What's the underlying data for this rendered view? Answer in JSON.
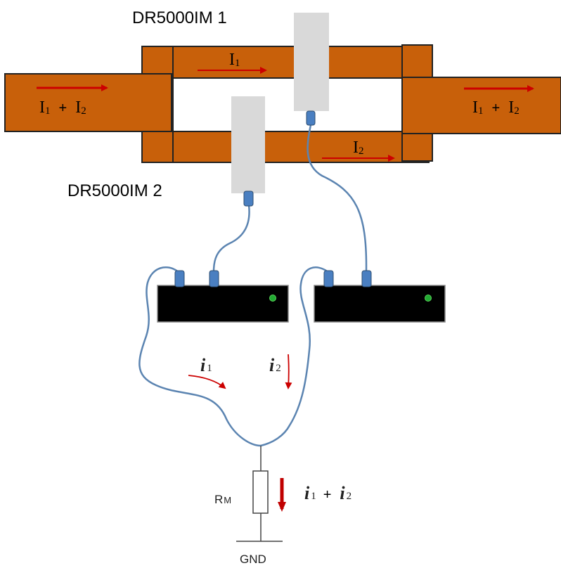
{
  "sensors": {
    "sensor1_label": "DR5000IM  1",
    "sensor2_label": "DR5000IM  2"
  },
  "busbar_labels": {
    "total_left": {
      "base1": "I",
      "sub1": "1",
      "op": "+",
      "base2": "I",
      "sub2": "2"
    },
    "total_right": {
      "base1": "I",
      "sub1": "1",
      "op": "+",
      "base2": "I",
      "sub2": "2"
    },
    "branch_top": {
      "base": "I",
      "sub": "1"
    },
    "branch_bottom": {
      "base": "I",
      "sub": "2"
    }
  },
  "secondary_currents": {
    "i1": {
      "base": "i",
      "sub": "1"
    },
    "i2": {
      "base": "i",
      "sub": "2"
    },
    "sum": {
      "base1": "i",
      "sub1": "1",
      "op": "+",
      "base2": "i",
      "sub2": "2"
    }
  },
  "circuit": {
    "resistor_base": "R",
    "resistor_sub": "M",
    "ground_label": "GND"
  },
  "colors": {
    "busbar": "#c8600a",
    "busbar_outline": "#222222",
    "arrow": "#cc0000",
    "cable": "#5b84b1",
    "connector": "#4a7fc1",
    "sensor_body": "#d9d9d9",
    "module_body": "#000000",
    "led": "#22aa33"
  }
}
